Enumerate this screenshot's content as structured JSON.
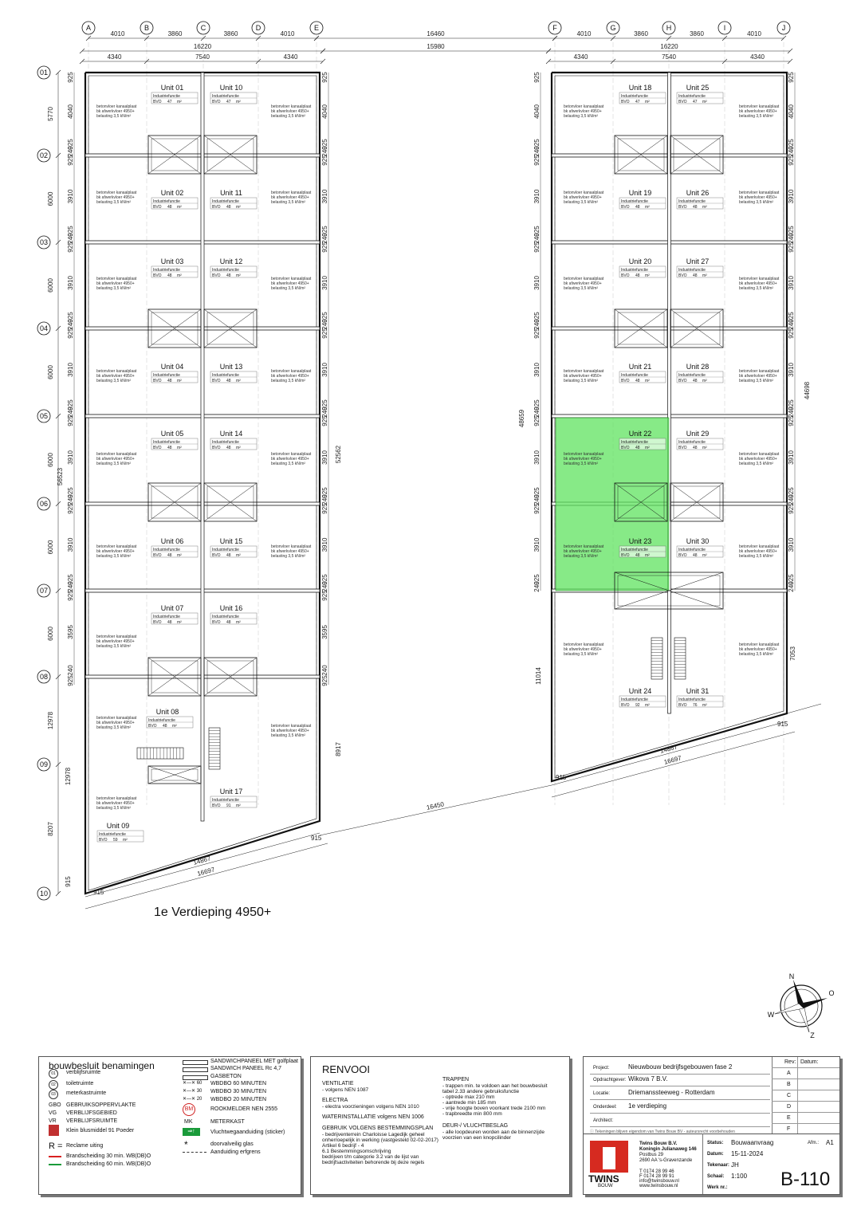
{
  "floor_title": "1e Verdieping 4950+",
  "grid_top": [
    "A",
    "B",
    "C",
    "D",
    "E",
    "F",
    "G",
    "H",
    "I",
    "J"
  ],
  "grid_side": [
    "01",
    "02",
    "03",
    "04",
    "05",
    "06",
    "07",
    "08",
    "09",
    "10"
  ],
  "dims_top_row1_left": [
    "4010",
    "3860",
    "3860",
    "4010"
  ],
  "dims_top_mid": "16460",
  "dims_top_row1_right": [
    "4010",
    "3860",
    "3860",
    "4010"
  ],
  "dims_top_row2": [
    "16220",
    "15980",
    "16220"
  ],
  "dims_top_row3_left": [
    "4340",
    "7540",
    "4340"
  ],
  "dims_top_row3_right": [
    "4340",
    "7540",
    "4340"
  ],
  "dims_left_outer": [
    "5770",
    "6000",
    "6000",
    "6000",
    "6000",
    "6000",
    "6000",
    "12978",
    "8207"
  ],
  "dims_left_total": "56523",
  "dims_left_inner": [
    "925",
    "4040",
    "240",
    "925",
    "925",
    "3910",
    "240",
    "925",
    "925",
    "3910",
    "240",
    "925",
    "925",
    "3910",
    "240",
    "925",
    "925",
    "3910",
    "240",
    "925",
    "925",
    "3910",
    "240",
    "925",
    "925",
    "3595",
    "240",
    "925",
    "915",
    "915"
  ],
  "dims_right_total_left": "52562",
  "dims_right_bldg_total_left": "48659",
  "dims_right_bldg_total_right": "44698",
  "dims_right_bldg_lower_left": "11014",
  "dims_right_bldg_lower_right": "7053",
  "dims_left_bldg_lower_right": "8917",
  "dims_bottom_left": [
    "915",
    "14867",
    "16697",
    "915"
  ],
  "dims_bottom_right": [
    "915",
    "14867",
    "16697",
    "915"
  ],
  "dims_diag": "16450",
  "unit_field_label": "Industriefunctie",
  "unit_bvo_label": "BVO",
  "unit_m2": "m²",
  "floor_note": [
    "betonvloer kanaalplaat",
    "bk afwerkvloer 4950+",
    "belasting 3,5 kN/m²"
  ],
  "units_left": [
    {
      "name": "Unit 01",
      "bvo": "47"
    },
    {
      "name": "Unit 10",
      "bvo": "47"
    },
    {
      "name": "Unit 02",
      "bvo": "48"
    },
    {
      "name": "Unit 11",
      "bvo": "48"
    },
    {
      "name": "Unit 03",
      "bvo": "48"
    },
    {
      "name": "Unit 12",
      "bvo": "48"
    },
    {
      "name": "Unit 04",
      "bvo": "48"
    },
    {
      "name": "Unit 13",
      "bvo": "48"
    },
    {
      "name": "Unit 05",
      "bvo": "48"
    },
    {
      "name": "Unit 14",
      "bvo": "48"
    },
    {
      "name": "Unit 06",
      "bvo": "48"
    },
    {
      "name": "Unit 15",
      "bvo": "48"
    },
    {
      "name": "Unit 07",
      "bvo": "48"
    },
    {
      "name": "Unit 16",
      "bvo": "48"
    },
    {
      "name": "Unit 08",
      "bvo": "48"
    },
    {
      "name": "Unit 17",
      "bvo": "91"
    },
    {
      "name": "Unit 09",
      "bvo": "59"
    }
  ],
  "units_right": [
    {
      "name": "Unit 18",
      "bvo": "47"
    },
    {
      "name": "Unit 25",
      "bvo": "47"
    },
    {
      "name": "Unit 19",
      "bvo": "48"
    },
    {
      "name": "Unit 26",
      "bvo": "48"
    },
    {
      "name": "Unit 20",
      "bvo": "48"
    },
    {
      "name": "Unit 27",
      "bvo": "48"
    },
    {
      "name": "Unit 21",
      "bvo": "48"
    },
    {
      "name": "Unit 28",
      "bvo": "48"
    },
    {
      "name": "Unit 22",
      "bvo": "48"
    },
    {
      "name": "Unit 29",
      "bvo": "48"
    },
    {
      "name": "Unit 23",
      "bvo": "48"
    },
    {
      "name": "Unit 30",
      "bvo": "48"
    },
    {
      "name": "Unit 24",
      "bvo": "92"
    },
    {
      "name": "Unit 31",
      "bvo": "76"
    }
  ],
  "highlight_color": "#5fe35f",
  "compass": [
    "N",
    "O",
    "Z",
    "W"
  ],
  "legend": {
    "title": "bouwbesluit benamingen",
    "left_items": [
      {
        "code": "01",
        "text": "verblijfsruimte"
      },
      {
        "code": "02",
        "text": "toiletruimte"
      },
      {
        "code": "03",
        "text": "meterkastruimte"
      },
      {
        "code": "GBO",
        "text": "GEBRUIKSOPPERVLAKTE"
      },
      {
        "code": "VG",
        "text": "VERBLIJFSGEBIED"
      },
      {
        "code": "VR",
        "text": "VERBLIJFSRUIMTE"
      },
      {
        "code": "",
        "text": "Klein blusmiddel 91 Poeder"
      },
      {
        "code": "R =",
        "text": "Reclame uiting"
      },
      {
        "code": "",
        "text": "Brandscheiding 30 min. WB(DB)O"
      },
      {
        "code": "",
        "text": "Brandscheiding 60 min. WB(DB)O"
      }
    ],
    "right_items": [
      "SANDWICHPANEEL MET golfplaat",
      "SANDWICH PANEEL Rc 4,7",
      "GASBETON",
      "WBDBO 60 MINUTEN",
      "WBDBO 30 MINUTEN",
      "WBDBO 20 MINUTEN",
      "ROOKMELDER      NEN 2555",
      "METERKAST",
      "Vluchtwegaanduiding (sticker)",
      "doorvalveilig glas",
      "Aanduiding erfgrens"
    ],
    "symbols": {
      "bm": "BM",
      "mk": "MK",
      "star": "*",
      "min60": "60",
      "min30": "30",
      "min20": "20"
    }
  },
  "renvooi": {
    "title": "RENVOOI",
    "col1": [
      {
        "head": "VENTILATIE",
        "lines": [
          "- volgens NEN 1087"
        ]
      },
      {
        "head": "ELECTRA",
        "lines": [
          "- electra voorzieningen volgens NEN 1010"
        ]
      },
      {
        "head": "WATERINSTALLATIE volgens NEN 1006",
        "lines": []
      },
      {
        "head": "GEBRUIK VOLGENS BESTEMMINGSPLAN",
        "lines": [
          "- bedrijventerrein Charloisse Lagedijk geheel",
          "onherroepelijk in werking (vastgesteld 02-02-2017)",
          "Artikel 6 bedrijf - 4",
          "6.1 Bestemmingsomschrijving",
          "bedrijven t/m categorie 3.2 van de lijst van",
          "bedrijfsactiviteiten behorende bij deze regels"
        ]
      }
    ],
    "col2": [
      {
        "head": "TRAPPEN",
        "lines": [
          "- trappen min. te voldoen aan het bouwbesluit",
          "tabel 2.33 andere gebruiksfunctie",
          "- optrede max 210 mm",
          "- aantrede min 185 mm",
          "- vrije hoogte boven voorkant trede 2100 mm",
          "- trapbreedte min 800 mm"
        ]
      },
      {
        "head": "DEUR-/ VLUCHTBESLAG",
        "lines": [
          "- alle loopdeuren worden aan de binnenzijde",
          "voorzien van een knopcilinder"
        ]
      }
    ]
  },
  "titleblock": {
    "project_label": "Project:",
    "project": "Nieuwbouw bedrijfsgebouwen fase 2",
    "client_label": "Opdrachtgever:",
    "client": "Wikova 7 B.V.",
    "location_label": "Locatie:",
    "location": "Driemanssteeweg - Rotterdam",
    "part_label": "Onderdeel:",
    "part": "1e verdieping",
    "architect_label": "Architect:",
    "architect": "",
    "copyright": "Tekeningen blijven eigendom van Twins Bouw BV - auteursrecht voorbehouden",
    "rev_label": "Rev:",
    "date_label": "Datum:",
    "revs": [
      "A",
      "B",
      "C",
      "D",
      "E",
      "F"
    ],
    "company": [
      "Twins Bouw B.V.",
      "Koningin Julianaweg 146",
      "Postbus 29",
      "2690 AA 's-Gravenzande"
    ],
    "contact": [
      "T 0174 28 99 46",
      "F 0174 28 99 91",
      "info@twinsbouw.nl",
      "www.twinsbouw.nl"
    ],
    "logo_text": "TWINS",
    "logo_sub": "BOUW",
    "status_label": "Status:",
    "status": "Bouwaanvraag",
    "size_label": "Afm.:",
    "size": "A1",
    "datum_label": "Datum:",
    "datum": "15-11-2024",
    "drawn_label": "Tekenaar:",
    "drawn": "JH",
    "scale_label": "Schaal:",
    "scale": "1:100",
    "work_label": "Werk nr.:",
    "work": "",
    "sheet": "B-110",
    "logo_color": "#d62a20"
  }
}
